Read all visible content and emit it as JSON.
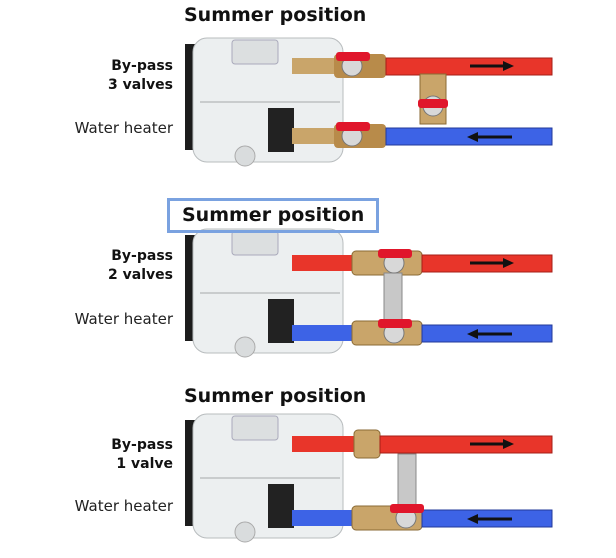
{
  "panels": [
    {
      "title": "Summer position",
      "bypass_line1": "By-pass",
      "bypass_line2": "3 valves",
      "heater_label": "Water heater",
      "valves": 3,
      "highlighted": false
    },
    {
      "title": "Summer position",
      "bypass_line1": "By-pass",
      "bypass_line2": "2 valves",
      "heater_label": "Water heater",
      "valves": 2,
      "highlighted": true
    },
    {
      "title": "Summer position",
      "bypass_line1": "By-pass",
      "bypass_line2": "1 valve",
      "heater_label": "Water heater",
      "valves": 1,
      "highlighted": false
    }
  ],
  "colors": {
    "hot_pipe": "#e8352a",
    "cold_pipe": "#3d63e6",
    "valve_handle": "#e0162b",
    "brass": "#c9a56a",
    "highlight_border": "#7aa2e0"
  }
}
